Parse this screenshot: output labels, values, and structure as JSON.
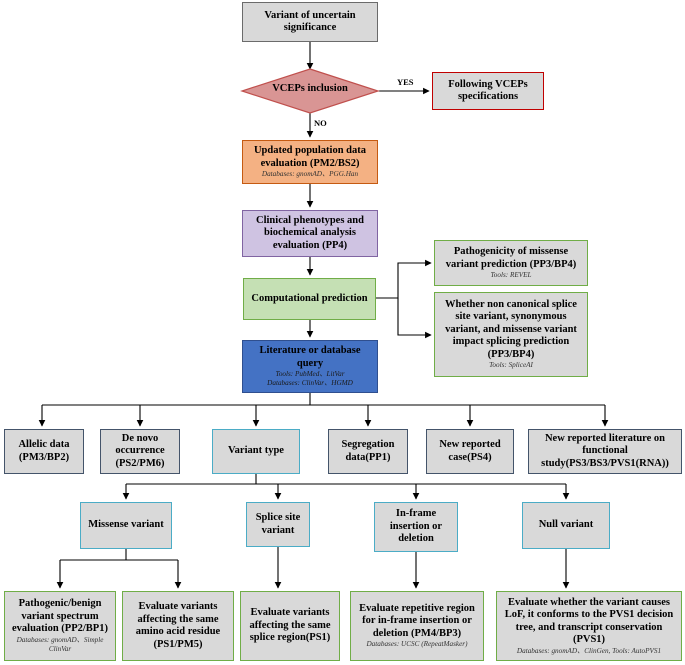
{
  "start": {
    "label": "Variant of uncertain significance"
  },
  "decision": {
    "label": "VCEPs inclusion",
    "yes_label": "YES",
    "no_label": "NO"
  },
  "vceps": {
    "label": "Following VCEPs specifications"
  },
  "population": {
    "label": "Updated population data evaluation (PM2/BS2)",
    "sub": "Databases: gnomAD、PGG.Han"
  },
  "phenotype": {
    "label": "Clinical phenotypes and biochemical analysis evaluation (PP4)"
  },
  "computational": {
    "label": "Computational prediction"
  },
  "missense_pred": {
    "label": "Pathogenicity of missense variant prediction (PP3/BP4)",
    "sub": "Tools: REVEL"
  },
  "splice_pred": {
    "label": "Whether non canonical splice site variant, synonymous variant, and missense variant impact splicing prediction (PP3/BP4)",
    "sub": "Tools: SpliceAI"
  },
  "literature": {
    "label": "Literature or database query",
    "sub1": "Tools: PubMed、LitVar",
    "sub2": "Databases: ClinVar、HGMD"
  },
  "criteria": {
    "allelic": "Allelic data (PM3/BP2)",
    "denovo": "De novo occurrence (PS2/PM6)",
    "variant_type": "Variant type",
    "segregation": "Segregation data(PP1)",
    "new_case": "New reported case(PS4)",
    "functional": "New reported literature on functional study(PS3/BS3/PVS1(RNA))"
  },
  "types": {
    "missense": "Missense variant",
    "splice": "Splice site variant",
    "inframe": "In-frame insertion or deletion",
    "null": "Null variant"
  },
  "evaluations": {
    "spectrum": {
      "label": "Pathogenic/benign variant spectrum evaluation (PP2/BP1)",
      "sub": "Databases: gnomAD、Simple ClinVar"
    },
    "same_aa": {
      "label": "Evaluate variants affecting the same amino acid residue (PS1/PM5)"
    },
    "same_splice": {
      "label": "Evaluate variants affecting the same splice region(PS1)"
    },
    "repetitive": {
      "label": "Evaluate repetitive region for in-frame insertion or deletion (PM4/BP3)",
      "sub": "Databases: UCSC (RepeatMasker)"
    },
    "lof": {
      "label": "Evaluate whether the variant causes LoF, it conforms to the PVS1 decision tree, and transcript conservation (PVS1)",
      "sub": "Databases: gnomAD、ClinGen, Tools: AutoPVS1"
    }
  },
  "colors": {
    "gray": "#d9d9d9",
    "orange": "#f4b183",
    "purple": "#cfc3e2",
    "green": "#c5e0b4",
    "blue": "#4472c4",
    "diamond": "#d99594"
  }
}
